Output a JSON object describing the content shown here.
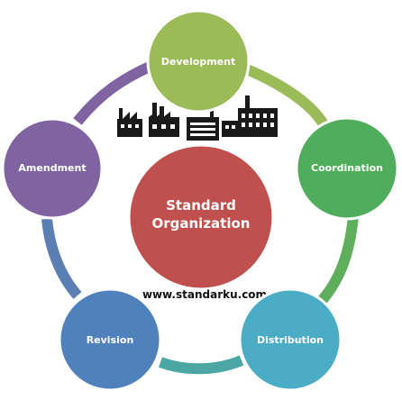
{
  "diagram": {
    "center": {
      "line1": "Standard",
      "line2": "Organization",
      "color": "#c0504d"
    },
    "website": "www.standarku.com",
    "nodes": [
      {
        "label": "Development",
        "color": "#9bbb59"
      },
      {
        "label": "Coordination",
        "color": "#4fad5b"
      },
      {
        "label": "Distribution",
        "color": "#4bacc6"
      },
      {
        "label": "Revision",
        "color": "#4f81bd"
      },
      {
        "label": "Amendment",
        "color": "#8064a2"
      }
    ],
    "arcs": [
      {
        "color": "#9bbb59"
      },
      {
        "color": "#5eae5b"
      },
      {
        "color": "#4ba6a4"
      },
      {
        "color": "#5b7fb2"
      },
      {
        "color": "#8064a2"
      }
    ],
    "icons": [
      "factory-icon",
      "factory-icon",
      "factory-icon",
      "factory-icon"
    ]
  }
}
